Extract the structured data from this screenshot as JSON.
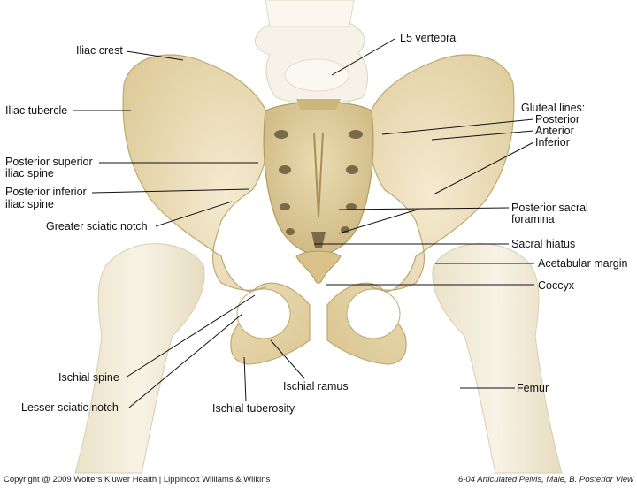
{
  "labels": {
    "iliac_crest": "Iliac crest",
    "l5_vertebra": "L5 vertebra",
    "iliac_tubercle": "Iliac tubercle",
    "gluteal_lines": "Gluteal lines:",
    "posterior": "Posterior",
    "anterior": "Anterior",
    "inferior": "Inferior",
    "psis_line1": "Posterior superior",
    "psis_line2": "iliac spine",
    "piis_line1": "Posterior inferior",
    "piis_line2": "iliac spine",
    "greater_sciatic_notch": "Greater sciatic notch",
    "posterior_sacral_line1": "Posterior sacral",
    "posterior_sacral_line2": "foramina",
    "sacral_hiatus": "Sacral hiatus",
    "acetabular_margin": "Acetabular margin",
    "coccyx": "Coccyx",
    "ischial_spine": "Ischial spine",
    "lesser_sciatic_notch": "Lesser sciatic notch",
    "ischial_ramus": "Ischial ramus",
    "ischial_tuberosity": "Ischial tuberosity",
    "femur": "Femur"
  },
  "footer": {
    "copyright": "Copyright @ 2009 Wolters Kluwer Health | Lippincott Williams & Wilkins",
    "caption": "6-04 Articulated Pelvis, Male, B. Posterior View"
  },
  "colors": {
    "bone": "#ecdfb8",
    "bone_shade": "#d8c594",
    "bone_light": "#f6efd6",
    "femur": "#f3ecda",
    "vertebra": "#f7f4ec",
    "foramen": "#7a6a48"
  }
}
